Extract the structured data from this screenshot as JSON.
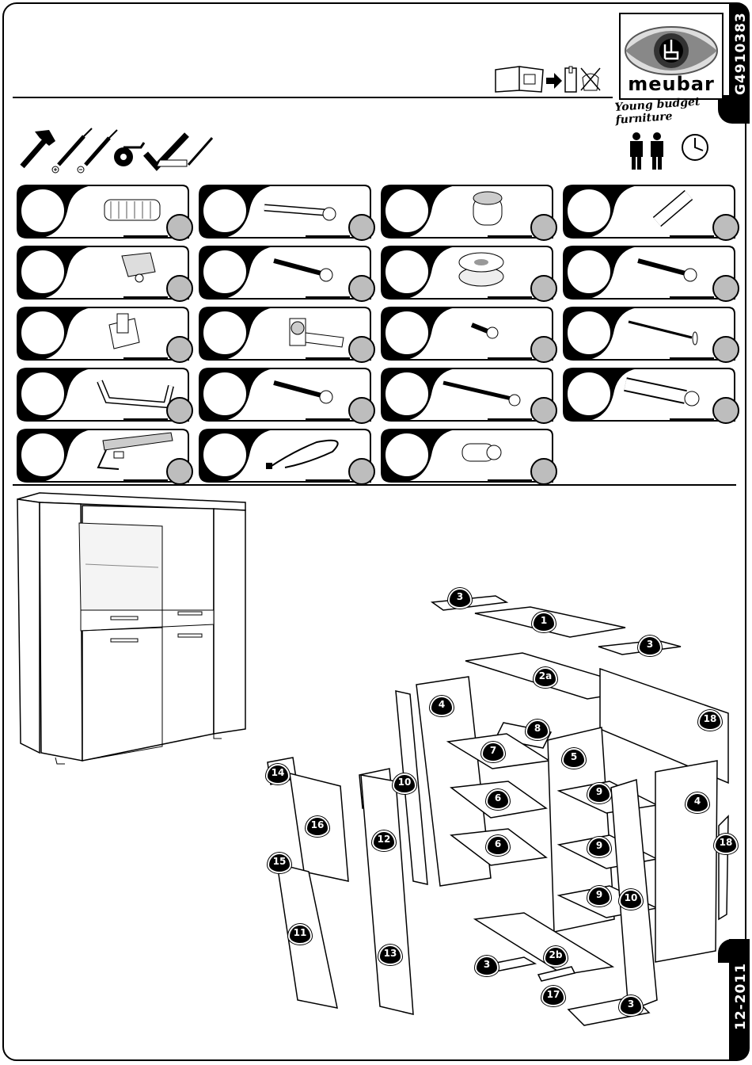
{
  "document": {
    "article_code": "G4910383",
    "date": "12-2011",
    "brand": "meubar",
    "tagline": "Young budget furniture"
  },
  "parts": [
    {
      "id": "dowel",
      "icon": "wooden-dowel-icon"
    },
    {
      "id": "cam-bolt",
      "icon": "cam-bolt-icon"
    },
    {
      "id": "cam-lock",
      "icon": "cam-lock-icon"
    },
    {
      "id": "connector",
      "icon": "connector-icon"
    },
    {
      "id": "shelf-support",
      "icon": "shelf-support-icon"
    },
    {
      "id": "screw-a",
      "icon": "screw-icon"
    },
    {
      "id": "glide",
      "icon": "felt-glide-icon"
    },
    {
      "id": "screw-b",
      "icon": "screw-icon"
    },
    {
      "id": "mount-plate",
      "icon": "hinge-plate-icon"
    },
    {
      "id": "hinge",
      "icon": "hinge-icon"
    },
    {
      "id": "screw-c",
      "icon": "short-screw-icon"
    },
    {
      "id": "nail",
      "icon": "nail-icon"
    },
    {
      "id": "handle",
      "icon": "handle-icon"
    },
    {
      "id": "screw-d",
      "icon": "screw-icon"
    },
    {
      "id": "screw-e",
      "icon": "long-screw-icon"
    },
    {
      "id": "plug",
      "icon": "wall-plug-icon"
    },
    {
      "id": "light",
      "icon": "led-light-icon"
    },
    {
      "id": "cable",
      "icon": "power-cable-icon"
    },
    {
      "id": "sleeve",
      "icon": "sleeve-icon"
    }
  ],
  "panel_labels": [
    "1",
    "2a",
    "2b",
    "3",
    "3",
    "3",
    "3",
    "4",
    "4",
    "5",
    "6",
    "6",
    "7",
    "8",
    "9",
    "9",
    "9",
    "10",
    "10",
    "11",
    "12",
    "13",
    "14",
    "15",
    "16",
    "17",
    "18",
    "18"
  ]
}
